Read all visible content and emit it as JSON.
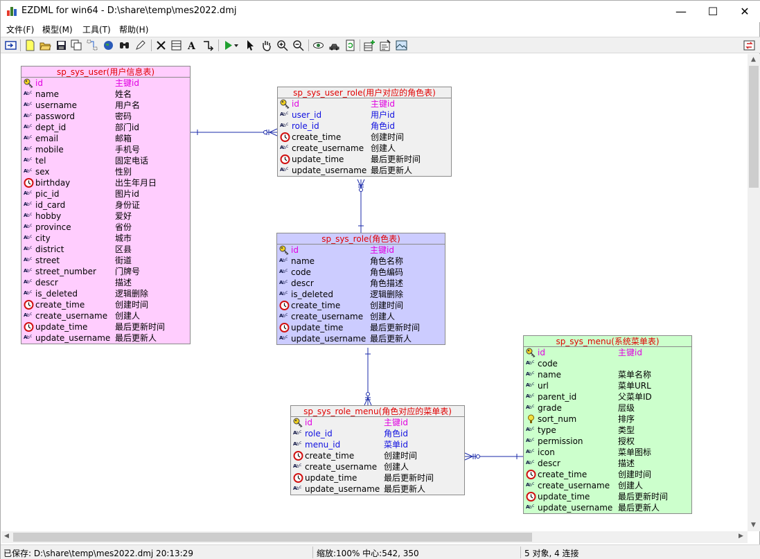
{
  "window": {
    "title": "EZDML for win64 - D:\\share\\temp\\mes2022.dmj",
    "minimize": "—",
    "maximize": "☐",
    "close": "✕"
  },
  "menu": [
    "文件(F)",
    "模型(M)",
    "工具(T)",
    "帮助(H)"
  ],
  "toolbar": [
    "show-panel",
    "new-file",
    "open-file",
    "save-file",
    "save-as",
    "diagram",
    "browser",
    "find",
    "edit",
    "delete",
    "table",
    "text",
    "link",
    "run",
    "select",
    "hand",
    "zoom-in",
    "zoom-out",
    "eye",
    "car",
    "refresh",
    "add-table",
    "properties",
    "image",
    "switch"
  ],
  "tables": [
    {
      "title": "sp_sys_user(用户信息表)",
      "bg": "#ffcdfe",
      "fields": [
        {
          "icon": "key",
          "name": "id",
          "comment": "主键id",
          "kind": "pk"
        },
        {
          "icon": "abc",
          "name": "name",
          "comment": "姓名",
          "kind": ""
        },
        {
          "icon": "abc",
          "name": "username",
          "comment": "用户名",
          "kind": ""
        },
        {
          "icon": "abc",
          "name": "password",
          "comment": "密码",
          "kind": ""
        },
        {
          "icon": "abc",
          "name": "dept_id",
          "comment": "部门id",
          "kind": ""
        },
        {
          "icon": "abc",
          "name": "email",
          "comment": "邮箱",
          "kind": ""
        },
        {
          "icon": "abc",
          "name": "mobile",
          "comment": "手机号",
          "kind": ""
        },
        {
          "icon": "abc",
          "name": "tel",
          "comment": "固定电话",
          "kind": ""
        },
        {
          "icon": "abc",
          "name": "sex",
          "comment": "性别",
          "kind": ""
        },
        {
          "icon": "clock",
          "name": "birthday",
          "comment": "出生年月日",
          "kind": ""
        },
        {
          "icon": "abc",
          "name": "pic_id",
          "comment": "图片id",
          "kind": ""
        },
        {
          "icon": "abc",
          "name": "id_card",
          "comment": "身份证",
          "kind": ""
        },
        {
          "icon": "abc",
          "name": "hobby",
          "comment": "爱好",
          "kind": ""
        },
        {
          "icon": "abc",
          "name": "province",
          "comment": "省份",
          "kind": ""
        },
        {
          "icon": "abc",
          "name": "city",
          "comment": "城市",
          "kind": ""
        },
        {
          "icon": "abc",
          "name": "district",
          "comment": "区县",
          "kind": ""
        },
        {
          "icon": "abc",
          "name": "street",
          "comment": "街道",
          "kind": ""
        },
        {
          "icon": "abc",
          "name": "street_number",
          "comment": "门牌号",
          "kind": ""
        },
        {
          "icon": "abc",
          "name": "descr",
          "comment": "描述",
          "kind": ""
        },
        {
          "icon": "abc",
          "name": "is_deleted",
          "comment": "逻辑删除",
          "kind": ""
        },
        {
          "icon": "clock",
          "name": "create_time",
          "comment": "创建时间",
          "kind": ""
        },
        {
          "icon": "abc",
          "name": "create_username",
          "comment": "创建人",
          "kind": ""
        },
        {
          "icon": "clock",
          "name": "update_time",
          "comment": "最后更新时间",
          "kind": ""
        },
        {
          "icon": "abc",
          "name": "update_username",
          "comment": "最后更新人",
          "kind": ""
        }
      ]
    },
    {
      "title": "sp_sys_user_role(用户对应的角色表)",
      "bg": "#f0f0f0",
      "fields": [
        {
          "icon": "key",
          "name": "id",
          "comment": "主键id",
          "kind": "pk"
        },
        {
          "icon": "abc",
          "name": "user_id",
          "comment": "用户id",
          "kind": "fk"
        },
        {
          "icon": "abc",
          "name": "role_id",
          "comment": "角色id",
          "kind": "fk"
        },
        {
          "icon": "clock",
          "name": "create_time",
          "comment": "创建时间",
          "kind": ""
        },
        {
          "icon": "abc",
          "name": "create_username",
          "comment": "创建人",
          "kind": ""
        },
        {
          "icon": "clock",
          "name": "update_time",
          "comment": "最后更新时间",
          "kind": ""
        },
        {
          "icon": "abc",
          "name": "update_username",
          "comment": "最后更新人",
          "kind": ""
        }
      ]
    },
    {
      "title": "sp_sys_role(角色表)",
      "bg": "#ccccff",
      "fields": [
        {
          "icon": "key",
          "name": "id",
          "comment": "主键id",
          "kind": "pk"
        },
        {
          "icon": "abc",
          "name": "name",
          "comment": "角色名称",
          "kind": ""
        },
        {
          "icon": "abc",
          "name": "code",
          "comment": "角色编码",
          "kind": ""
        },
        {
          "icon": "abc",
          "name": "descr",
          "comment": "角色描述",
          "kind": ""
        },
        {
          "icon": "abc",
          "name": "is_deleted",
          "comment": "逻辑删除",
          "kind": ""
        },
        {
          "icon": "clock",
          "name": "create_time",
          "comment": "创建时间",
          "kind": ""
        },
        {
          "icon": "abc",
          "name": "create_username",
          "comment": "创建人",
          "kind": ""
        },
        {
          "icon": "clock",
          "name": "update_time",
          "comment": "最后更新时间",
          "kind": ""
        },
        {
          "icon": "abc",
          "name": "update_username",
          "comment": "最后更新人",
          "kind": ""
        }
      ]
    },
    {
      "title": "sp_sys_menu(系统菜单表)",
      "bg": "#ccffcc",
      "fields": [
        {
          "icon": "key",
          "name": "id",
          "comment": "主键id",
          "kind": "pk"
        },
        {
          "icon": "abc",
          "name": "code",
          "comment": "",
          "kind": ""
        },
        {
          "icon": "abc",
          "name": "name",
          "comment": "菜单名称",
          "kind": ""
        },
        {
          "icon": "abc",
          "name": "url",
          "comment": "菜单URL",
          "kind": ""
        },
        {
          "icon": "abc",
          "name": "parent_id",
          "comment": "父菜单ID",
          "kind": ""
        },
        {
          "icon": "abc",
          "name": "grade",
          "comment": "层级",
          "kind": ""
        },
        {
          "icon": "bulb",
          "name": "sort_num",
          "comment": "排序",
          "kind": ""
        },
        {
          "icon": "abc",
          "name": "type",
          "comment": "类型",
          "kind": ""
        },
        {
          "icon": "abc",
          "name": "permission",
          "comment": "授权",
          "kind": ""
        },
        {
          "icon": "abc",
          "name": "icon",
          "comment": "菜单图标",
          "kind": ""
        },
        {
          "icon": "abc",
          "name": "descr",
          "comment": "描述",
          "kind": ""
        },
        {
          "icon": "clock",
          "name": "create_time",
          "comment": "创建时间",
          "kind": ""
        },
        {
          "icon": "abc",
          "name": "create_username",
          "comment": "创建人",
          "kind": ""
        },
        {
          "icon": "clock",
          "name": "update_time",
          "comment": "最后更新时间",
          "kind": ""
        },
        {
          "icon": "abc",
          "name": "update_username",
          "comment": "最后更新人",
          "kind": ""
        }
      ]
    },
    {
      "title": "sp_sys_role_menu(角色对应的菜单表)",
      "bg": "#f0f0f0",
      "fields": [
        {
          "icon": "key",
          "name": "id",
          "comment": "主键id",
          "kind": "pk"
        },
        {
          "icon": "abc",
          "name": "role_id",
          "comment": "角色id",
          "kind": "fk"
        },
        {
          "icon": "abc",
          "name": "menu_id",
          "comment": "菜单id",
          "kind": "fk"
        },
        {
          "icon": "clock",
          "name": "create_time",
          "comment": "创建时间",
          "kind": ""
        },
        {
          "icon": "abc",
          "name": "create_username",
          "comment": "创建人",
          "kind": ""
        },
        {
          "icon": "clock",
          "name": "update_time",
          "comment": "最后更新时间",
          "kind": ""
        },
        {
          "icon": "abc",
          "name": "update_username",
          "comment": "最后更新人",
          "kind": ""
        }
      ]
    }
  ],
  "status": {
    "saved": "已保存: D:\\share\\temp\\mes2022.dmj 20:13:29",
    "zoom": "缩放:100% 中心:542, 350",
    "counts": "5 对象, 4 连接"
  }
}
